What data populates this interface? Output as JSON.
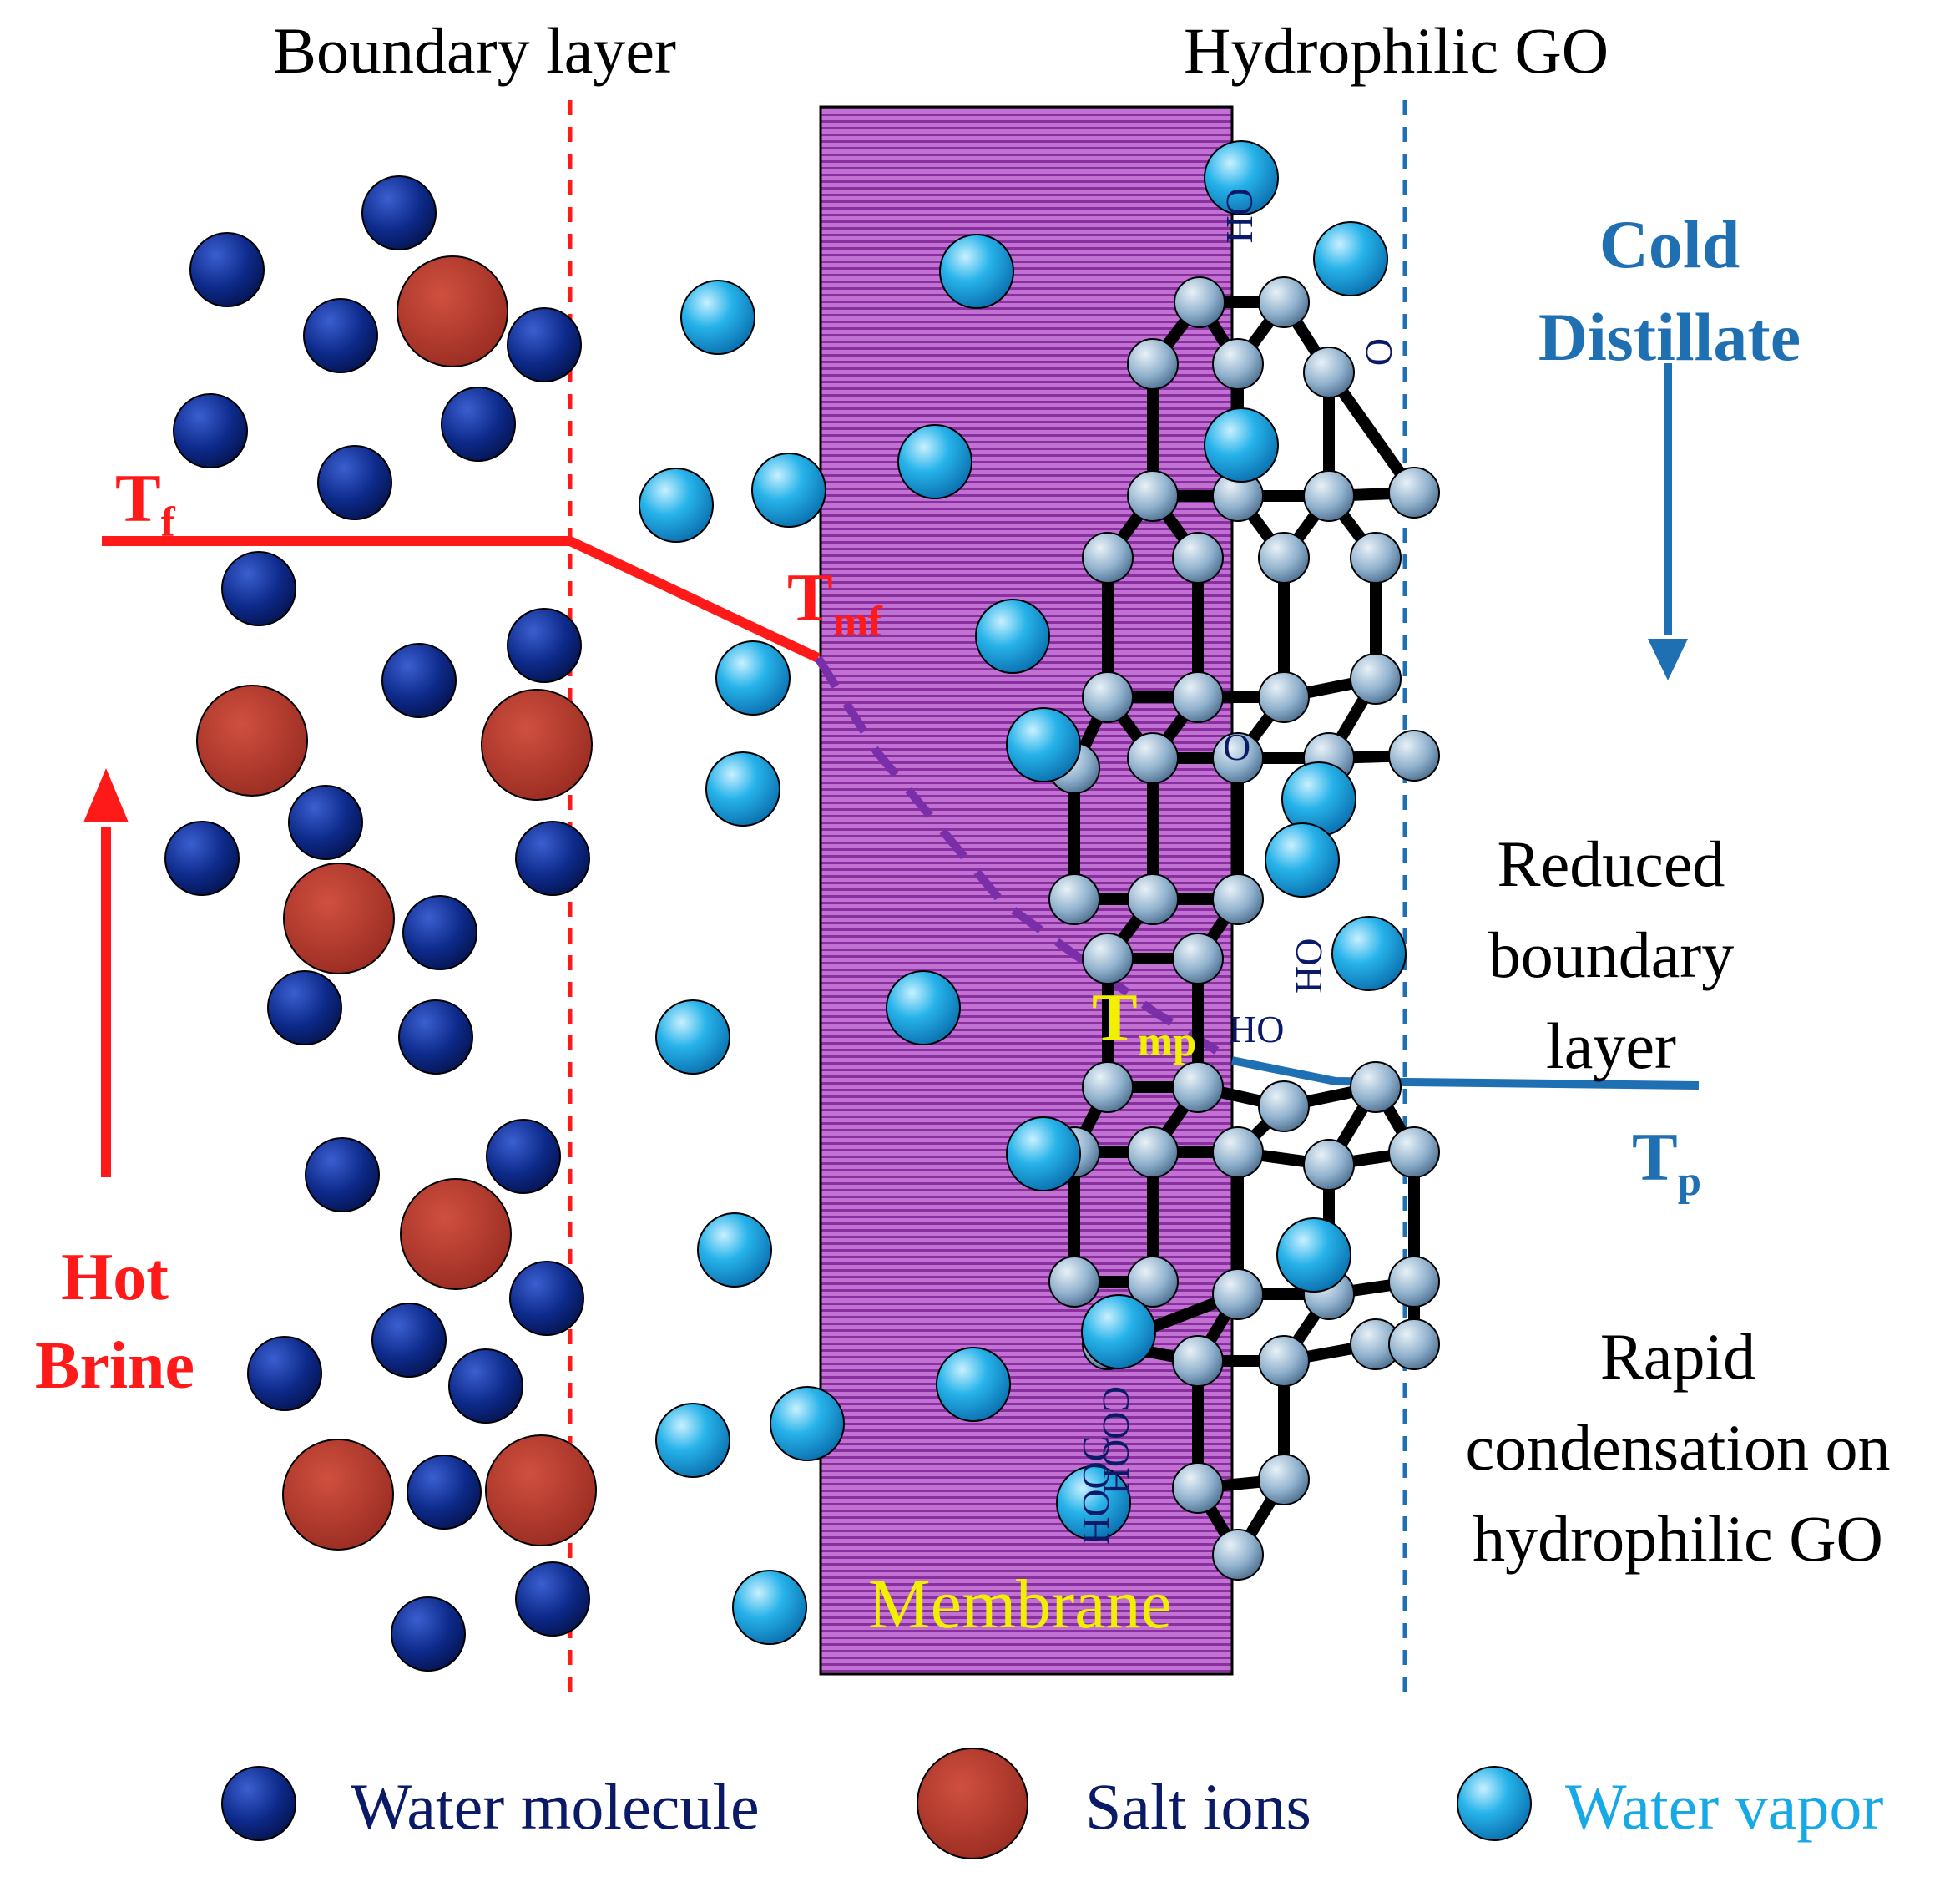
{
  "headings": {
    "boundary_layer": "Boundary layer",
    "hydrophilic_go": "Hydrophilic GO"
  },
  "streams": {
    "cold_distillate": [
      "Cold",
      "Distillate"
    ],
    "hot_brine": [
      "Hot",
      "Brine"
    ]
  },
  "temperatures": {
    "tf": {
      "main": "T",
      "sub": "f"
    },
    "tmf": {
      "main": "T",
      "sub": "mf"
    },
    "tmp": {
      "main": "T",
      "sub": "mp"
    },
    "tp": {
      "main": "T",
      "sub": "p"
    }
  },
  "membrane_label": "Membrane",
  "annotations": {
    "reduced_boundary": [
      "Reduced",
      "boundary",
      "layer"
    ],
    "rapid_condensation": [
      "Rapid",
      "condensation on",
      "hydrophilic GO"
    ]
  },
  "functional_groups": {
    "oh_top": "OH",
    "o_top": "O",
    "o_mid": "O",
    "ho_rot": "HO",
    "ho_mid": "HO",
    "cooh_1": "COOH",
    "cooh_2": "HOOC"
  },
  "legend": [
    {
      "label": "Water molecule",
      "marker": "water-molecule",
      "color": "#0a1a66"
    },
    {
      "label": "Salt ions",
      "marker": "salt-ion",
      "color": "#0a1a66"
    },
    {
      "label": "Water vapor",
      "marker": "water-vapor",
      "color": "#17a8e6"
    }
  ],
  "colors": {
    "hot": "#ff1a1a",
    "cold": "#1f6fb3",
    "membrane": "#b24fc6",
    "water_molecule": "#0d2a8a",
    "salt_ion": "#b83a2e",
    "water_vapor": "#1aa3e0",
    "go_atom": "#8fb0cc",
    "gradient_in_membrane": "#7a2ea8"
  }
}
